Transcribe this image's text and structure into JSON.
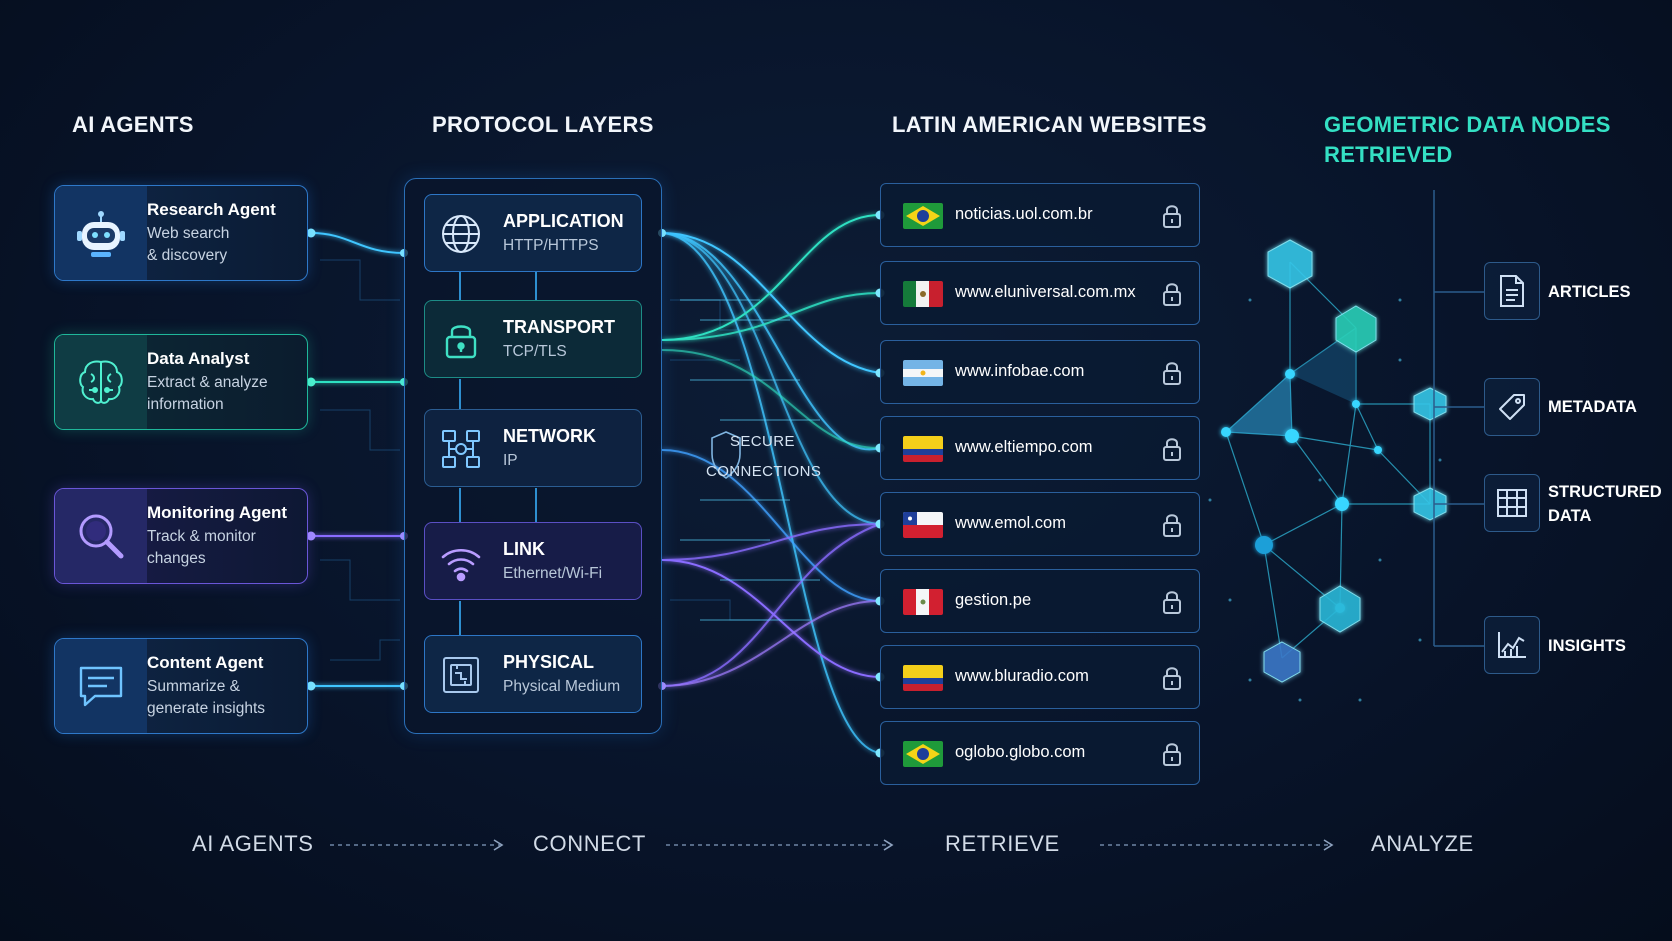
{
  "headings": {
    "agents": "AI AGENTS",
    "protocols": "PROTOCOL LAYERS",
    "websites": "LATIN AMERICAN WEBSITES",
    "nodes_line1": "GEOMETRIC DATA NODES",
    "nodes_line2": "RETRIEVED"
  },
  "agents": [
    {
      "title": "Research Agent",
      "line1": "Web search",
      "line2": "& discovery",
      "icon": "robot-icon"
    },
    {
      "title": "Data Analyst",
      "line1": "Extract & analyze",
      "line2": "information",
      "icon": "brain-icon"
    },
    {
      "title": "Monitoring Agent",
      "line1": "Track & monitor",
      "line2": "changes",
      "icon": "magnifier-icon"
    },
    {
      "title": "Content Agent",
      "line1": "Summarize &",
      "line2": "generate insights",
      "icon": "chat-icon"
    }
  ],
  "layers": [
    {
      "title": "APPLICATION",
      "sub": "HTTP/HTTPS",
      "icon": "globe-icon"
    },
    {
      "title": "TRANSPORT",
      "sub": "TCP/TLS",
      "icon": "padlock-icon"
    },
    {
      "title": "NETWORK",
      "sub": "IP",
      "icon": "network-icon"
    },
    {
      "title": "LINK",
      "sub": "Ethernet/Wi-Fi",
      "icon": "wifi-icon"
    },
    {
      "title": "PHYSICAL",
      "sub": "Physical Medium",
      "icon": "chip-icon"
    }
  ],
  "secure": {
    "line1": "SECURE",
    "line2": "CONNECTIONS"
  },
  "websites": [
    {
      "url": "noticias.uol.com.br",
      "flag": "brazil-flag-icon"
    },
    {
      "url": "www.eluniversal.com.mx",
      "flag": "mexico-flag-icon"
    },
    {
      "url": "www.infobae.com",
      "flag": "argentina-flag-icon"
    },
    {
      "url": "www.eltiempo.com",
      "flag": "colombia-flag-icon"
    },
    {
      "url": "www.emol.com",
      "flag": "chile-flag-icon"
    },
    {
      "url": "gestion.pe",
      "flag": "peru-flag-icon"
    },
    {
      "url": "www.bluradio.com",
      "flag": "colombia-flag-icon"
    },
    {
      "url": "oglobo.globo.com",
      "flag": "brazil-flag-icon"
    }
  ],
  "outputs": [
    {
      "label1": "ARTICLES",
      "label2": "",
      "icon": "document-icon"
    },
    {
      "label1": "METADATA",
      "label2": "",
      "icon": "tag-icon"
    },
    {
      "label1": "STRUCTURED",
      "label2": "DATA",
      "icon": "grid-icon"
    },
    {
      "label1": "INSIGHTS",
      "label2": "",
      "icon": "line-chart-icon"
    }
  ],
  "flow": [
    "AI AGENTS",
    "CONNECT",
    "RETRIEVE",
    "ANALYZE"
  ],
  "colors": {
    "blue": "#2ea0ff",
    "teal": "#2fe0c2",
    "purple": "#8a6cff",
    "cyan": "#3fd6ff"
  }
}
